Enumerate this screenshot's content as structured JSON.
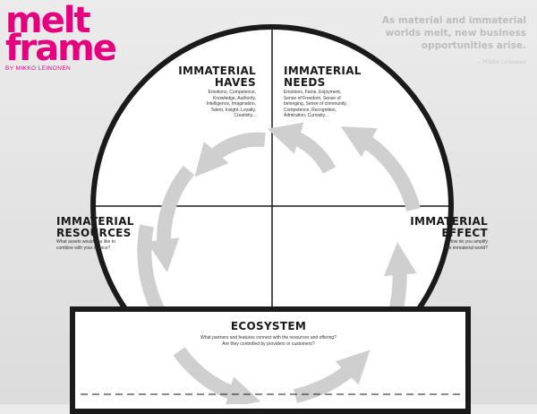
{
  "logo": {
    "line1": "melt",
    "line2": "frame",
    "byline": "BY MIKKO LEINONEN"
  },
  "quote": {
    "text": "As material and immaterial worlds melt, new business opportunities arise.",
    "author": "– Mikko Leinonen"
  },
  "quadrants": {
    "haves": {
      "title1": "IMMATERIAL",
      "title2": "HAVES",
      "desc": [
        "Emotions, Competence,",
        "Knowledge, Authority,",
        "Intelligence, Imagination,",
        "Talent, Insight, Loyalty,",
        "Creativity..."
      ]
    },
    "needs": {
      "title1": "IMMATERIAL",
      "title2": "NEEDS",
      "desc": [
        "Emotions, Fame, Enjoyment,",
        "Sense of Freedom, Sense of",
        "belonging, Sense of community,",
        "Competence, Recognition,",
        "Admiration, Curiosity..."
      ]
    },
    "resources": {
      "title1": "IMMATERIAL",
      "title2": "RESOURCES",
      "desc": [
        "What assets would you like to",
        "combine with your service?"
      ]
    },
    "effect": {
      "title1": "IMMATERIAL",
      "title2": "EFFECT",
      "desc": [
        "How do you amplify",
        "the immaterial world?"
      ]
    }
  },
  "ecosystem": {
    "title": "ECOSYSTEM",
    "desc": [
      "What partners and features connect with the resources and offering?",
      "Are they controlled by providers or customers?"
    ]
  },
  "colors": {
    "brand": "#e6007e",
    "outline": "#1a1a1a",
    "arrows": "#cfcfcf",
    "quote": "#bdbdbd"
  }
}
